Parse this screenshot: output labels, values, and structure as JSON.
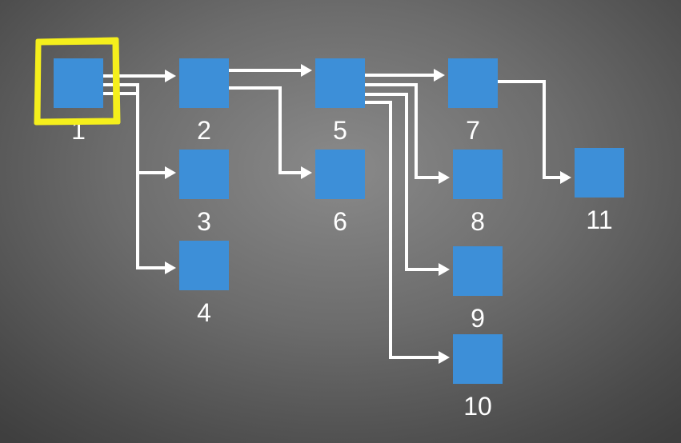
{
  "diagram": {
    "highlight_color": "#f5ef1c",
    "node_color": "#3d8fd8",
    "edge_color": "#ffffff",
    "highlighted_node": "1",
    "nodes": [
      {
        "id": "1",
        "label": "1"
      },
      {
        "id": "2",
        "label": "2"
      },
      {
        "id": "3",
        "label": "3"
      },
      {
        "id": "4",
        "label": "4"
      },
      {
        "id": "5",
        "label": "5"
      },
      {
        "id": "6",
        "label": "6"
      },
      {
        "id": "7",
        "label": "7"
      },
      {
        "id": "8",
        "label": "8"
      },
      {
        "id": "9",
        "label": "9"
      },
      {
        "id": "10",
        "label": "10"
      },
      {
        "id": "11",
        "label": "11"
      }
    ],
    "edges": [
      {
        "from": "1",
        "to": "2"
      },
      {
        "from": "1",
        "to": "3"
      },
      {
        "from": "1",
        "to": "4"
      },
      {
        "from": "2",
        "to": "5"
      },
      {
        "from": "2",
        "to": "6"
      },
      {
        "from": "5",
        "to": "7"
      },
      {
        "from": "5",
        "to": "8"
      },
      {
        "from": "5",
        "to": "9"
      },
      {
        "from": "5",
        "to": "10"
      },
      {
        "from": "7",
        "to": "11"
      }
    ]
  }
}
